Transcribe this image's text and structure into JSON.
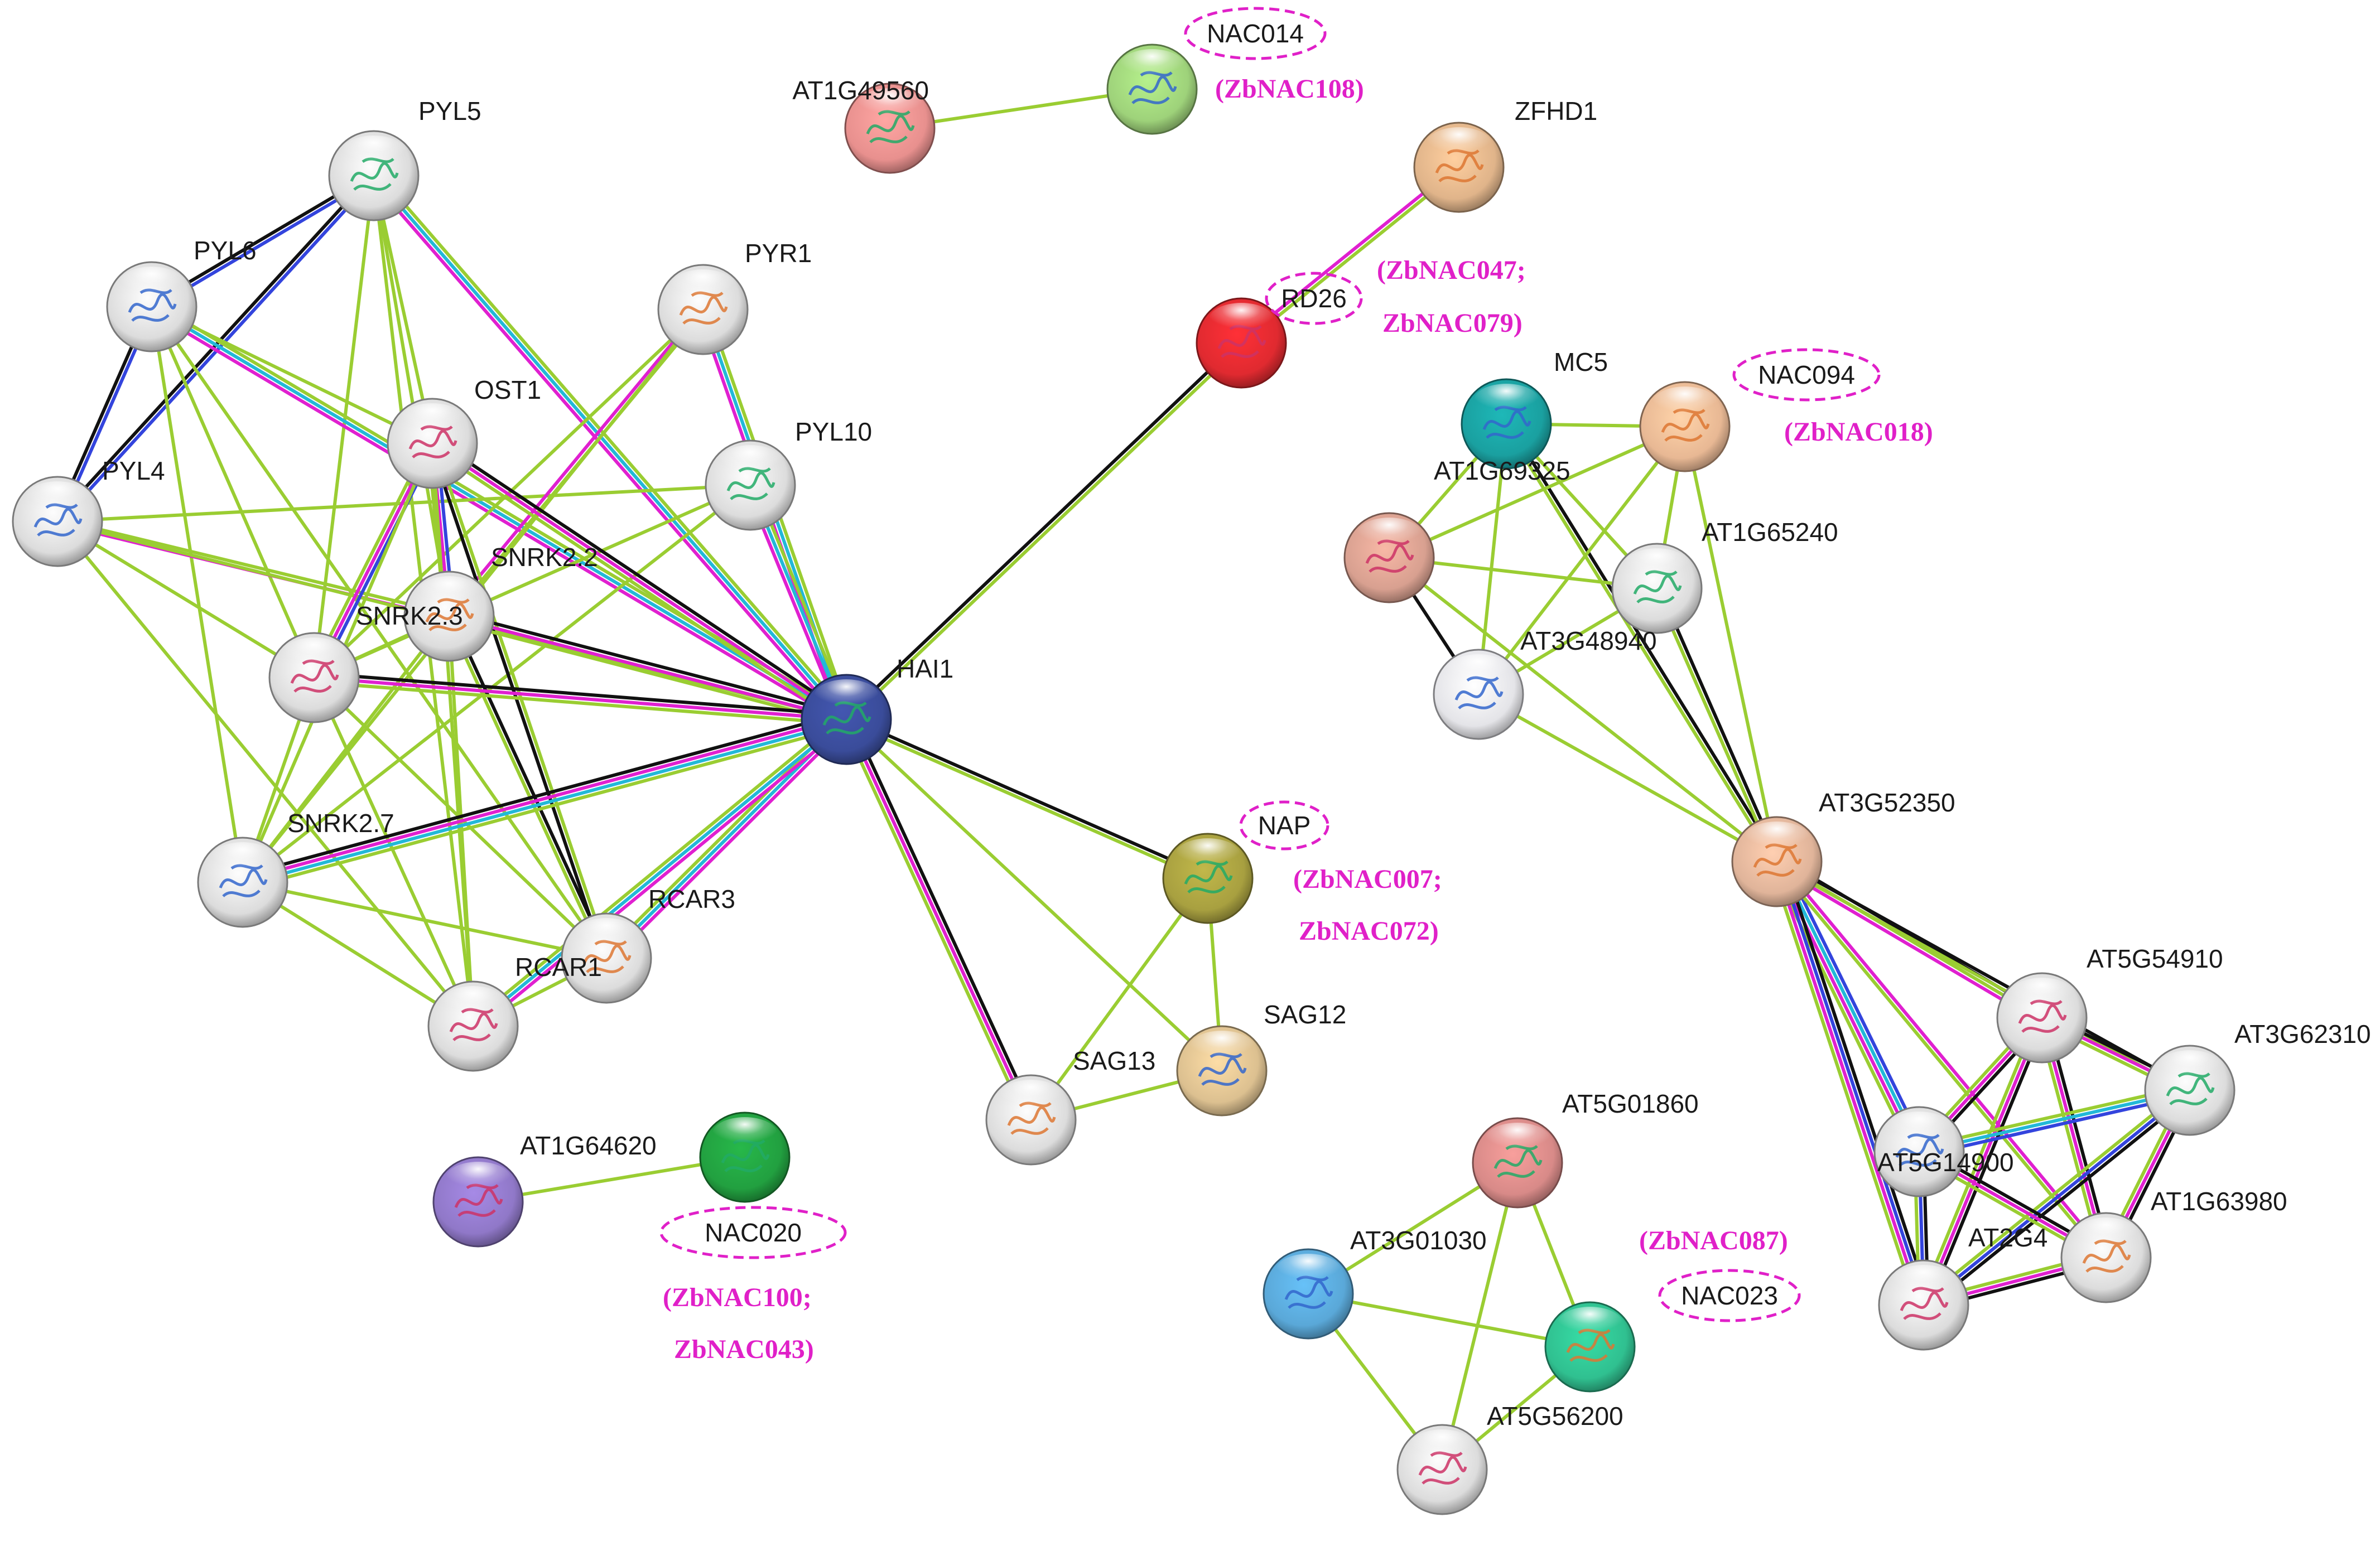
{
  "colors": {
    "highlight": "#e020c8",
    "edge_green": "#9acd32",
    "edge_black": "#111111",
    "edge_magenta": "#e020d0",
    "edge_cyan": "#22b8d8",
    "edge_blue": "#3344dd"
  },
  "nodes": [
    {
      "id": "AT1G49560",
      "label": "AT1G49560",
      "color": "#e8908e",
      "icon": "protein-structure"
    },
    {
      "id": "NAC014",
      "label": "NAC014",
      "color": "#9ed27a",
      "highlight": true,
      "icon": "protein-structure"
    },
    {
      "id": "ZFHD1",
      "label": "ZFHD1",
      "color": "#e0b48a",
      "icon": "protein-structure"
    },
    {
      "id": "RD26",
      "label": "RD26",
      "color": "#e02a30",
      "highlight": true,
      "icon": "protein-structure"
    },
    {
      "id": "PYL5",
      "label": "PYL5",
      "color": "#dcdcdc",
      "icon": "protein-structure"
    },
    {
      "id": "PYL6",
      "label": "PYL6",
      "color": "#dcdcdc",
      "icon": "protein-structure"
    },
    {
      "id": "PYR1",
      "label": "PYR1",
      "color": "#dcdcdc",
      "icon": "protein-structure"
    },
    {
      "id": "OST1",
      "label": "OST1",
      "color": "#dcdcdc",
      "icon": "protein-structure"
    },
    {
      "id": "PYL10",
      "label": "PYL10",
      "color": "#dcdcdc",
      "icon": "protein-structure"
    },
    {
      "id": "PYL4",
      "label": "PYL4",
      "color": "#dcdcdc",
      "icon": "protein-structure"
    },
    {
      "id": "SNRK2.2",
      "label": "SNRK2.2",
      "color": "#dcdcdc",
      "icon": "protein-structure"
    },
    {
      "id": "SNRK2.3",
      "label": "SNRK2.3",
      "color": "#dcdcdc",
      "icon": "protein-structure"
    },
    {
      "id": "HAI1",
      "label": "HAI1",
      "color": "#3a4c9a",
      "icon": "protein-structure"
    },
    {
      "id": "SNRK2.7",
      "label": "SNRK2.7",
      "color": "#dcdcdc",
      "icon": "protein-structure"
    },
    {
      "id": "RCAR3",
      "label": "RCAR3",
      "color": "#dcdcdc",
      "icon": "protein-structure"
    },
    {
      "id": "RCAR1",
      "label": "RCAR1",
      "color": "#dcdcdc",
      "icon": "protein-structure"
    },
    {
      "id": "NAP",
      "label": "NAP",
      "color": "#a8a040",
      "highlight": true,
      "icon": "protein-structure"
    },
    {
      "id": "SAG12",
      "label": "SAG12",
      "color": "#dcc090",
      "icon": "protein-structure"
    },
    {
      "id": "SAG13",
      "label": "SAG13",
      "color": "#dcdcdc",
      "icon": "protein-structure"
    },
    {
      "id": "AT1G64620",
      "label": "AT1G64620",
      "color": "#9078c8",
      "icon": "protein-structure"
    },
    {
      "id": "NAC020",
      "label": "NAC020",
      "color": "#22a040",
      "highlight": true,
      "icon": "protein-structure"
    },
    {
      "id": "MC5",
      "label": "MC5",
      "color": "#1aa0a0",
      "icon": "protein-structure"
    },
    {
      "id": "NAC094",
      "label": "NAC094",
      "color": "#e8b894",
      "highlight": true,
      "icon": "protein-structure"
    },
    {
      "id": "AT1G69325",
      "label": "AT1G69325",
      "color": "#d8a090",
      "icon": "protein-structure"
    },
    {
      "id": "AT1G65240",
      "label": "AT1G65240",
      "color": "#dcdcdc",
      "icon": "protein-structure"
    },
    {
      "id": "AT3G48940",
      "label": "AT3G48940",
      "color": "#e4e4e8",
      "icon": "protein-structure"
    },
    {
      "id": "AT3G52350",
      "label": "AT3G52350",
      "color": "#e0b49a",
      "icon": "protein-structure"
    },
    {
      "id": "AT5G54910",
      "label": "AT5G54910",
      "color": "#dcdcdc",
      "icon": "protein-structure"
    },
    {
      "id": "AT3G62310",
      "label": "AT3G62310",
      "color": "#dcdcdc",
      "icon": "protein-structure"
    },
    {
      "id": "AT5G14900",
      "label": "AT5G14900",
      "color": "#dcdcdc",
      "icon": "protein-structure"
    },
    {
      "id": "AT1G63980",
      "label": "AT1G63980",
      "color": "#dcdcdc",
      "icon": "protein-structure"
    },
    {
      "id": "AT2G4",
      "label": "AT2G4",
      "color": "#dcdcdc",
      "icon": "protein-structure"
    },
    {
      "id": "AT5G01860",
      "label": "AT5G01860",
      "color": "#d88a88",
      "icon": "protein-structure"
    },
    {
      "id": "AT3G01030",
      "label": "AT3G01030",
      "color": "#5aa8d8",
      "icon": "protein-structure"
    },
    {
      "id": "NAC023",
      "label": "NAC023",
      "color": "#30c090",
      "highlight": true,
      "icon": "protein-structure"
    },
    {
      "id": "AT5G56200",
      "label": "AT5G56200",
      "color": "#dcdcdc",
      "icon": "protein-structure"
    }
  ],
  "edges": [
    {
      "a": "AT1G49560",
      "b": "NAC014",
      "types": [
        "green"
      ]
    },
    {
      "a": "ZFHD1",
      "b": "RD26",
      "types": [
        "green",
        "magenta"
      ]
    },
    {
      "a": "RD26",
      "b": "HAI1",
      "types": [
        "green",
        "black"
      ]
    },
    {
      "a": "PYL5",
      "b": "PYL6",
      "types": [
        "blue",
        "black"
      ]
    },
    {
      "a": "PYL5",
      "b": "PYL4",
      "types": [
        "blue",
        "black"
      ]
    },
    {
      "a": "PYL5",
      "b": "OST1",
      "types": [
        "green"
      ]
    },
    {
      "a": "PYL5",
      "b": "SNRK2.3",
      "types": [
        "green"
      ]
    },
    {
      "a": "PYL5",
      "b": "SNRK2.2",
      "types": [
        "green"
      ]
    },
    {
      "a": "PYL5",
      "b": "HAI1",
      "types": [
        "green",
        "cyan",
        "magenta"
      ]
    },
    {
      "a": "PYL5",
      "b": "RCAR1",
      "types": [
        "green"
      ]
    },
    {
      "a": "PYL6",
      "b": "PYL4",
      "types": [
        "blue",
        "black"
      ]
    },
    {
      "a": "PYL6",
      "b": "OST1",
      "types": [
        "green"
      ]
    },
    {
      "a": "PYL6",
      "b": "SNRK2.3",
      "types": [
        "green"
      ]
    },
    {
      "a": "PYL6",
      "b": "HAI1",
      "types": [
        "green",
        "cyan",
        "magenta"
      ]
    },
    {
      "a": "PYL6",
      "b": "SNRK2.7",
      "types": [
        "green"
      ]
    },
    {
      "a": "PYL6",
      "b": "RCAR3",
      "types": [
        "green"
      ]
    },
    {
      "a": "PYL4",
      "b": "SNRK2.2",
      "types": [
        "green",
        "magenta"
      ]
    },
    {
      "a": "PYL4",
      "b": "SNRK2.3",
      "types": [
        "green"
      ]
    },
    {
      "a": "PYL4",
      "b": "HAI1",
      "types": [
        "green"
      ]
    },
    {
      "a": "PYL4",
      "b": "PYL10",
      "types": [
        "green"
      ]
    },
    {
      "a": "PYL4",
      "b": "RCAR1",
      "types": [
        "green"
      ]
    },
    {
      "a": "PYR1",
      "b": "HAI1",
      "types": [
        "green",
        "cyan",
        "magenta"
      ]
    },
    {
      "a": "PYR1",
      "b": "SNRK2.2",
      "types": [
        "green",
        "magenta"
      ]
    },
    {
      "a": "PYR1",
      "b": "SNRK2.3",
      "types": [
        "green"
      ]
    },
    {
      "a": "PYR1",
      "b": "SNRK2.7",
      "types": [
        "green"
      ]
    },
    {
      "a": "PYL10",
      "b": "HAI1",
      "types": [
        "green",
        "cyan",
        "magenta"
      ]
    },
    {
      "a": "PYL10",
      "b": "SNRK2.3",
      "types": [
        "green"
      ]
    },
    {
      "a": "PYL10",
      "b": "SNRK2.7",
      "types": [
        "green"
      ]
    },
    {
      "a": "OST1",
      "b": "HAI1",
      "types": [
        "black",
        "magenta",
        "green"
      ]
    },
    {
      "a": "OST1",
      "b": "SNRK2.3",
      "types": [
        "blue",
        "magenta",
        "green"
      ]
    },
    {
      "a": "OST1",
      "b": "SNRK2.2",
      "types": [
        "blue",
        "magenta",
        "green"
      ]
    },
    {
      "a": "OST1",
      "b": "RCAR3",
      "types": [
        "green",
        "black"
      ]
    },
    {
      "a": "OST1",
      "b": "RCAR1",
      "types": [
        "green"
      ]
    },
    {
      "a": "OST1",
      "b": "SNRK2.7",
      "types": [
        "green"
      ]
    },
    {
      "a": "SNRK2.2",
      "b": "HAI1",
      "types": [
        "black",
        "magenta",
        "green"
      ]
    },
    {
      "a": "SNRK2.2",
      "b": "SNRK2.3",
      "types": [
        "green"
      ]
    },
    {
      "a": "SNRK2.2",
      "b": "RCAR3",
      "types": [
        "black",
        "green"
      ]
    },
    {
      "a": "SNRK2.2",
      "b": "RCAR1",
      "types": [
        "green"
      ]
    },
    {
      "a": "SNRK2.2",
      "b": "SNRK2.7",
      "types": [
        "green"
      ]
    },
    {
      "a": "SNRK2.3",
      "b": "HAI1",
      "types": [
        "black",
        "magenta",
        "green"
      ]
    },
    {
      "a": "SNRK2.3",
      "b": "RCAR1",
      "types": [
        "green"
      ]
    },
    {
      "a": "SNRK2.3",
      "b": "RCAR3",
      "types": [
        "green"
      ]
    },
    {
      "a": "SNRK2.3",
      "b": "SNRK2.7",
      "types": [
        "green"
      ]
    },
    {
      "a": "SNRK2.7",
      "b": "HAI1",
      "types": [
        "black",
        "magenta",
        "cyan",
        "green"
      ]
    },
    {
      "a": "SNRK2.7",
      "b": "RCAR3",
      "types": [
        "green"
      ]
    },
    {
      "a": "SNRK2.7",
      "b": "RCAR1",
      "types": [
        "green"
      ]
    },
    {
      "a": "RCAR3",
      "b": "HAI1",
      "types": [
        "green",
        "cyan",
        "magenta"
      ]
    },
    {
      "a": "RCAR1",
      "b": "HAI1",
      "types": [
        "green",
        "cyan",
        "magenta"
      ]
    },
    {
      "a": "RCAR1",
      "b": "RCAR3",
      "types": [
        "green"
      ]
    },
    {
      "a": "HAI1",
      "b": "NAP",
      "types": [
        "black",
        "green"
      ]
    },
    {
      "a": "HAI1",
      "b": "SAG13",
      "types": [
        "black",
        "magenta",
        "green"
      ]
    },
    {
      "a": "HAI1",
      "b": "SAG12",
      "types": [
        "green"
      ]
    },
    {
      "a": "NAP",
      "b": "SAG12",
      "types": [
        "green"
      ]
    },
    {
      "a": "NAP",
      "b": "SAG13",
      "types": [
        "green"
      ]
    },
    {
      "a": "SAG13",
      "b": "SAG12",
      "types": [
        "green"
      ]
    },
    {
      "a": "AT1G64620",
      "b": "NAC020",
      "types": [
        "green"
      ]
    },
    {
      "a": "MC5",
      "b": "NAC094",
      "types": [
        "green"
      ]
    },
    {
      "a": "MC5",
      "b": "AT1G69325",
      "types": [
        "green"
      ]
    },
    {
      "a": "MC5",
      "b": "AT3G48940",
      "types": [
        "green"
      ]
    },
    {
      "a": "MC5",
      "b": "AT1G65240",
      "types": [
        "green"
      ]
    },
    {
      "a": "MC5",
      "b": "AT3G52350",
      "types": [
        "black",
        "green"
      ]
    },
    {
      "a": "NAC094",
      "b": "AT1G69325",
      "types": [
        "green"
      ]
    },
    {
      "a": "NAC094",
      "b": "AT1G65240",
      "types": [
        "green"
      ]
    },
    {
      "a": "NAC094",
      "b": "AT3G48940",
      "types": [
        "green"
      ]
    },
    {
      "a": "NAC094",
      "b": "AT3G52350",
      "types": [
        "green"
      ]
    },
    {
      "a": "AT1G69325",
      "b": "AT3G48940",
      "types": [
        "black"
      ]
    },
    {
      "a": "AT1G69325",
      "b": "AT1G65240",
      "types": [
        "green"
      ]
    },
    {
      "a": "AT1G69325",
      "b": "AT3G52350",
      "types": [
        "green"
      ]
    },
    {
      "a": "AT1G65240",
      "b": "AT3G48940",
      "types": [
        "green"
      ]
    },
    {
      "a": "AT1G65240",
      "b": "AT3G52350",
      "types": [
        "black",
        "green"
      ]
    },
    {
      "a": "AT3G48940",
      "b": "AT3G52350",
      "types": [
        "green"
      ]
    },
    {
      "a": "AT3G52350",
      "b": "AT5G54910",
      "types": [
        "black",
        "green",
        "magenta"
      ]
    },
    {
      "a": "AT3G52350",
      "b": "AT3G62310",
      "types": [
        "black",
        "green"
      ]
    },
    {
      "a": "AT3G52350",
      "b": "AT5G14900",
      "types": [
        "blue",
        "cyan",
        "magenta",
        "green"
      ]
    },
    {
      "a": "AT3G52350",
      "b": "AT1G63980",
      "types": [
        "magenta",
        "green"
      ]
    },
    {
      "a": "AT3G52350",
      "b": "AT2G4",
      "types": [
        "black",
        "blue",
        "magenta",
        "green"
      ]
    },
    {
      "a": "AT5G54910",
      "b": "AT3G62310",
      "types": [
        "black",
        "magenta",
        "green"
      ]
    },
    {
      "a": "AT5G54910",
      "b": "AT5G14900",
      "types": [
        "black",
        "magenta",
        "green"
      ]
    },
    {
      "a": "AT5G54910",
      "b": "AT1G63980",
      "types": [
        "black",
        "magenta",
        "green"
      ]
    },
    {
      "a": "AT5G54910",
      "b": "AT2G4",
      "types": [
        "black",
        "magenta",
        "green"
      ]
    },
    {
      "a": "AT3G62310",
      "b": "AT5G14900",
      "types": [
        "blue",
        "cyan",
        "green"
      ]
    },
    {
      "a": "AT3G62310",
      "b": "AT1G63980",
      "types": [
        "black",
        "magenta",
        "green"
      ]
    },
    {
      "a": "AT3G62310",
      "b": "AT2G4",
      "types": [
        "black",
        "blue",
        "green"
      ]
    },
    {
      "a": "AT5G14900",
      "b": "AT1G63980",
      "types": [
        "black",
        "magenta",
        "green"
      ]
    },
    {
      "a": "AT5G14900",
      "b": "AT2G4",
      "types": [
        "black",
        "blue",
        "green"
      ]
    },
    {
      "a": "AT1G63980",
      "b": "AT2G4",
      "types": [
        "black",
        "magenta",
        "green"
      ]
    },
    {
      "a": "AT5G01860",
      "b": "AT3G01030",
      "types": [
        "green"
      ]
    },
    {
      "a": "AT5G01860",
      "b": "NAC023",
      "types": [
        "green"
      ]
    },
    {
      "a": "AT5G01860",
      "b": "AT5G56200",
      "types": [
        "green"
      ]
    },
    {
      "a": "AT3G01030",
      "b": "NAC023",
      "types": [
        "green"
      ]
    },
    {
      "a": "AT3G01030",
      "b": "AT5G56200",
      "types": [
        "green"
      ]
    },
    {
      "a": "NAC023",
      "b": "AT5G56200",
      "types": [
        "green"
      ]
    }
  ],
  "annotations": [
    {
      "id": "zb-nac108",
      "text": "(ZbNAC108)"
    },
    {
      "id": "zb-nac047",
      "text": "(ZbNAC047;"
    },
    {
      "id": "zb-nac079",
      "text": "ZbNAC079)"
    },
    {
      "id": "zb-nac018",
      "text": "(ZbNAC018)"
    },
    {
      "id": "zb-nac007",
      "text": "(ZbNAC007;"
    },
    {
      "id": "zb-nac072",
      "text": "ZbNAC072)"
    },
    {
      "id": "zb-nac100",
      "text": "(ZbNAC100;"
    },
    {
      "id": "zb-nac043",
      "text": "ZbNAC043)"
    },
    {
      "id": "zb-nac087",
      "text": "(ZbNAC087)"
    }
  ]
}
